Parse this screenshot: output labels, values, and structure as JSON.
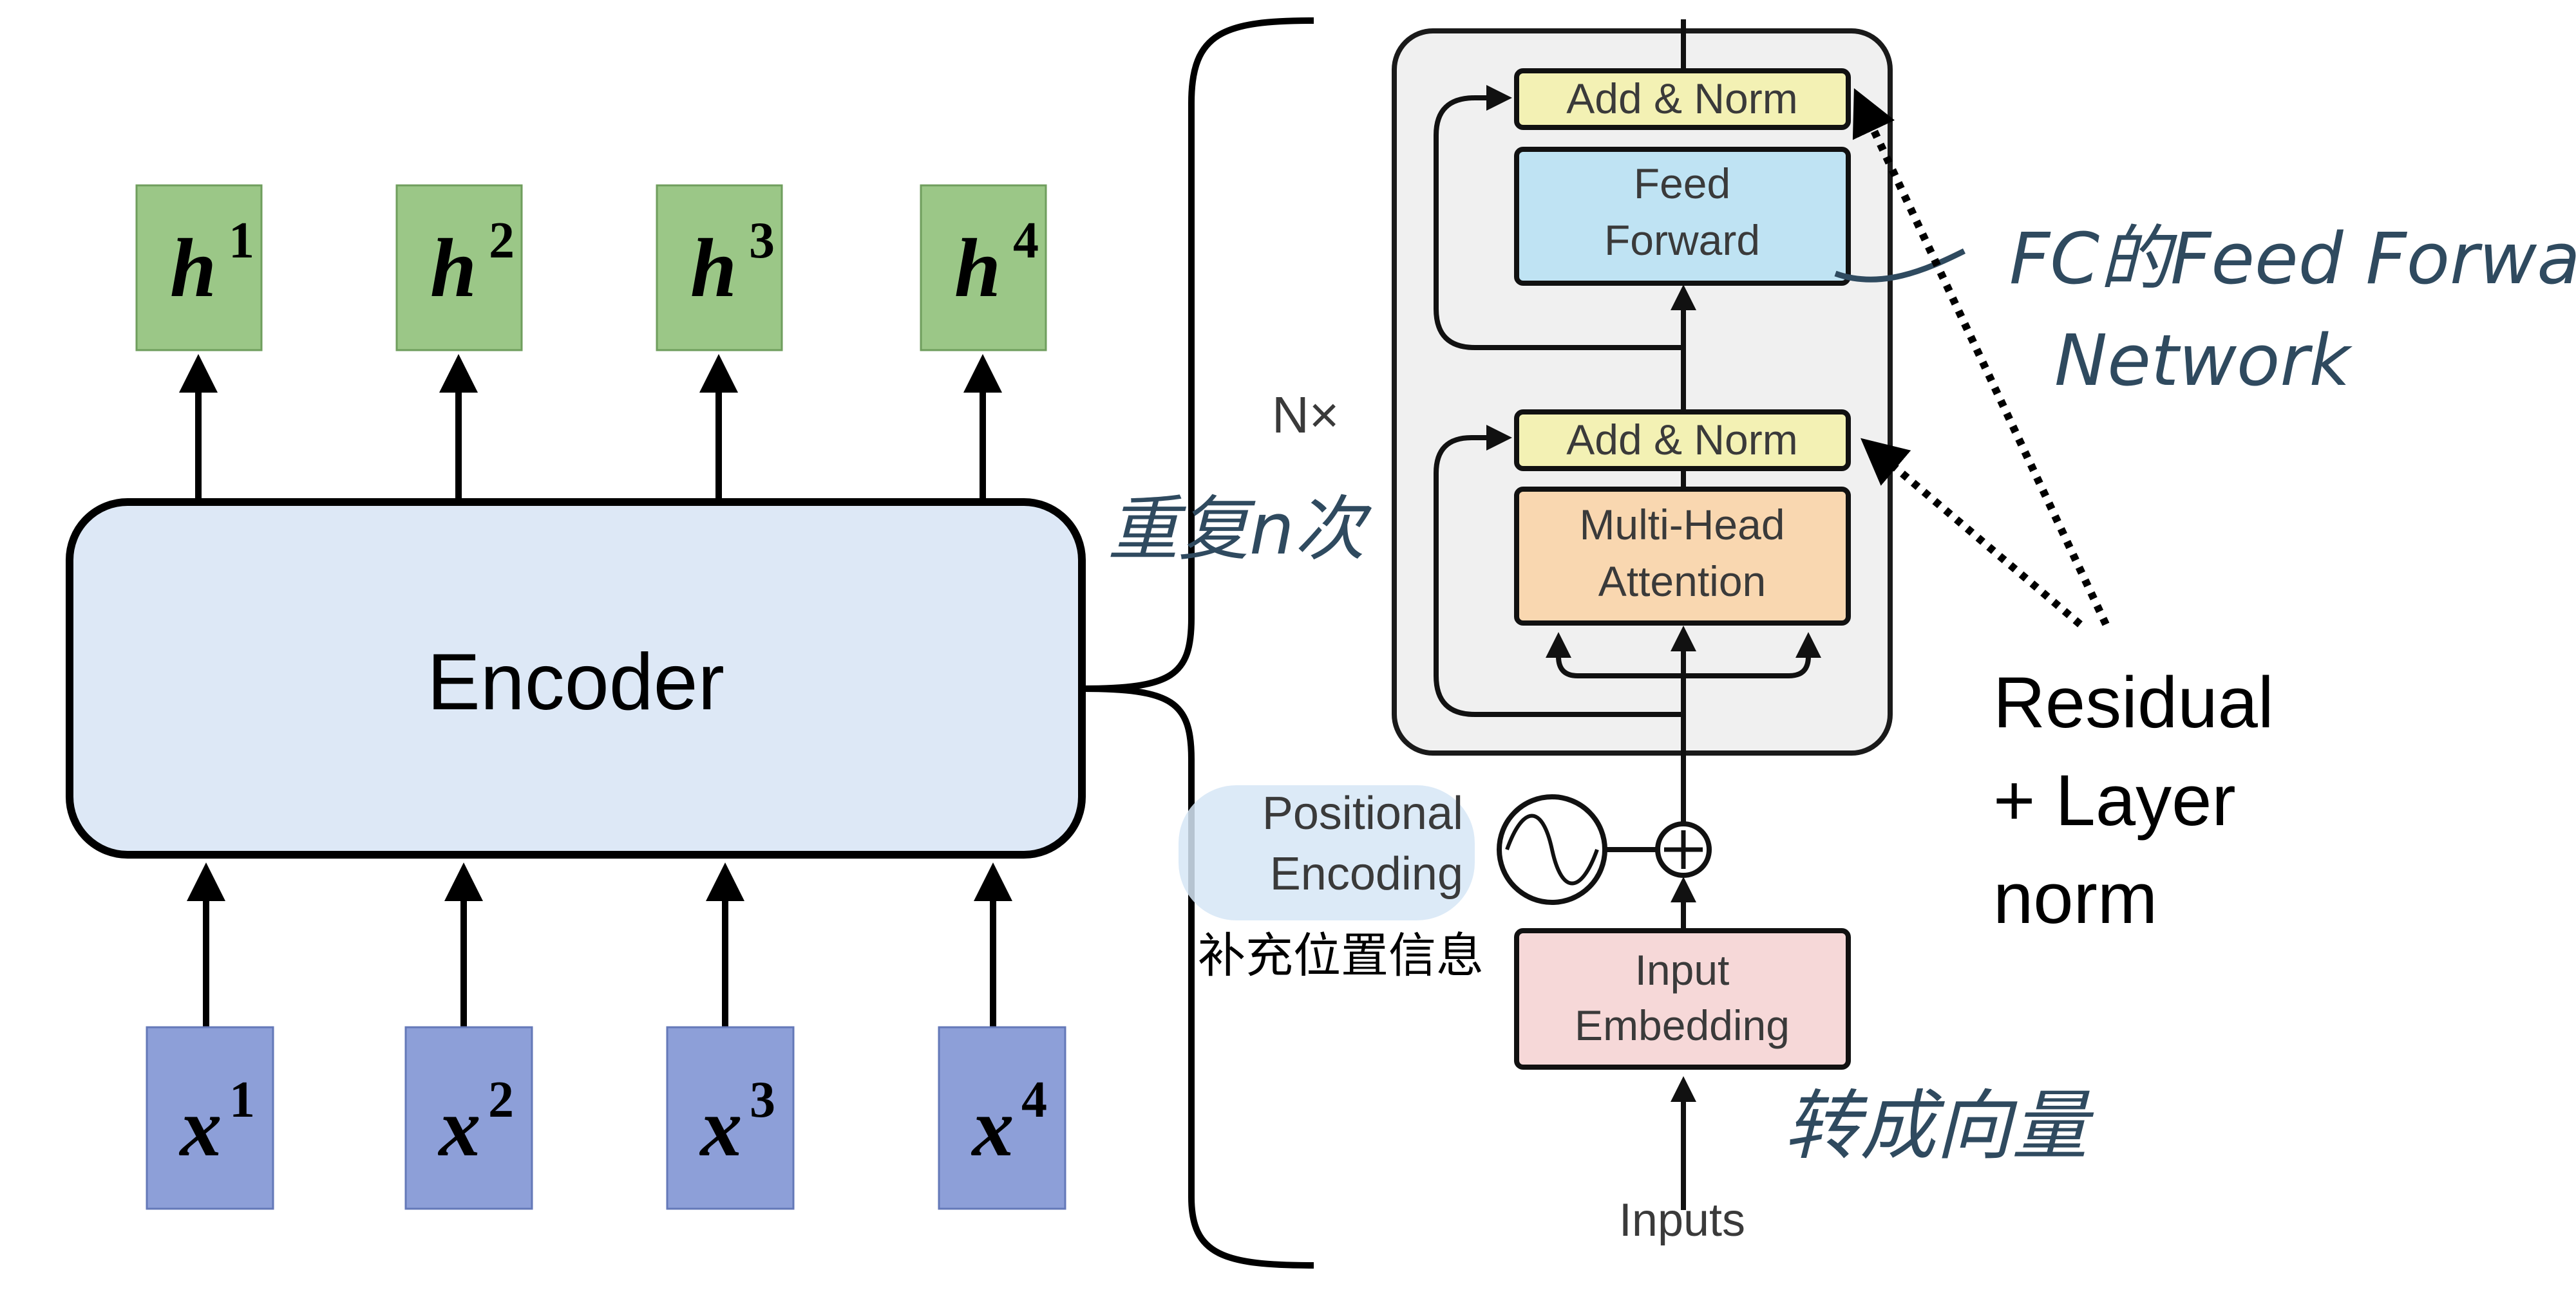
{
  "left": {
    "outputs": [
      {
        "base": "h",
        "sup": "1"
      },
      {
        "base": "h",
        "sup": "2"
      },
      {
        "base": "h",
        "sup": "3"
      },
      {
        "base": "h",
        "sup": "4"
      }
    ],
    "inputs": [
      {
        "base": "x",
        "sup": "1"
      },
      {
        "base": "x",
        "sup": "2"
      },
      {
        "base": "x",
        "sup": "3"
      },
      {
        "base": "x",
        "sup": "4"
      }
    ],
    "encoder_label": "Encoder"
  },
  "transformer": {
    "repeat_label": "N×",
    "add_norm_top": "Add & Norm",
    "feed_forward": [
      "Feed",
      "Forward"
    ],
    "add_norm_bottom": "Add & Norm",
    "multi_head": [
      "Multi-Head",
      "Attention"
    ],
    "positional_encoding": [
      "Positional",
      "Encoding"
    ],
    "input_embedding": [
      "Input",
      "Embedding"
    ],
    "inputs_label": "Inputs"
  },
  "annotations": {
    "repeat_n": "重复n次",
    "fc_note": [
      "FC的Feed Forward",
      "Network"
    ],
    "residual_note": [
      "Residual",
      "+ Layer",
      "norm"
    ],
    "positional_note": "补充位置信息",
    "embedding_note": "转成向量"
  },
  "colors": {
    "output_box": "#9bc787",
    "input_box": "#8d9fd8",
    "encoder_fill": "#dde8f6",
    "add_norm": "#f3f1b4",
    "feed_forward": "#bfe3f3",
    "multi_head": "#f9d7b0",
    "input_embedding": "#f6d8d8",
    "stack_bg": "#f0f0f0",
    "handwriting": "#2f4a5f"
  }
}
